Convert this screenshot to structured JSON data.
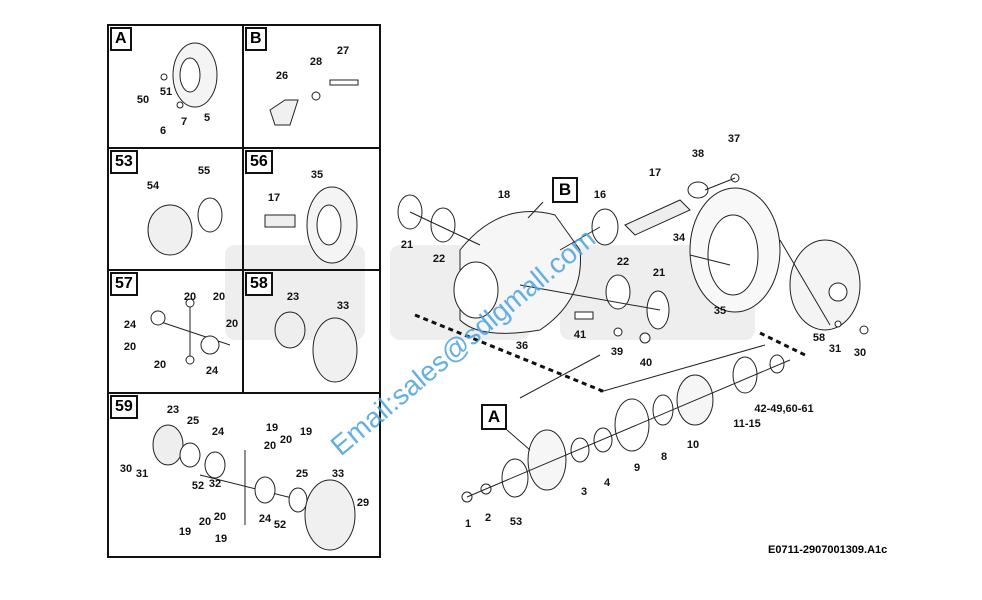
{
  "panels": [
    {
      "tag": "A",
      "labels": [
        "50",
        "51",
        "7",
        "6",
        "5"
      ]
    },
    {
      "tag": "B",
      "labels": [
        "26",
        "28",
        "27"
      ]
    },
    {
      "tag": "53",
      "labels": [
        "54",
        "55"
      ]
    },
    {
      "tag": "56",
      "labels": [
        "35",
        "17"
      ]
    },
    {
      "tag": "57",
      "labels": [
        "20",
        "20",
        "24",
        "20",
        "20",
        "20",
        "24"
      ]
    },
    {
      "tag": "58",
      "labels": [
        "23",
        "33"
      ]
    },
    {
      "tag": "59",
      "labels": [
        "23",
        "25",
        "24",
        "19",
        "20",
        "20",
        "19",
        "30",
        "31",
        "52",
        "32",
        "25",
        "33",
        "29",
        "20",
        "20",
        "24",
        "52",
        "19",
        "19"
      ]
    }
  ],
  "main": {
    "tag_b": "B",
    "tag_a": "A",
    "labels": [
      "37",
      "38",
      "17",
      "16",
      "18",
      "21",
      "22",
      "34",
      "22",
      "21",
      "35",
      "58",
      "31",
      "30",
      "41",
      "36",
      "39",
      "40",
      "1",
      "2",
      "53",
      "3",
      "4",
      "9",
      "8",
      "10",
      "11-15",
      "42-49,60-61"
    ]
  },
  "watermark": "Email:sales@sdlgmall.com",
  "drawing_code": "E0711-2907001309.A1c"
}
